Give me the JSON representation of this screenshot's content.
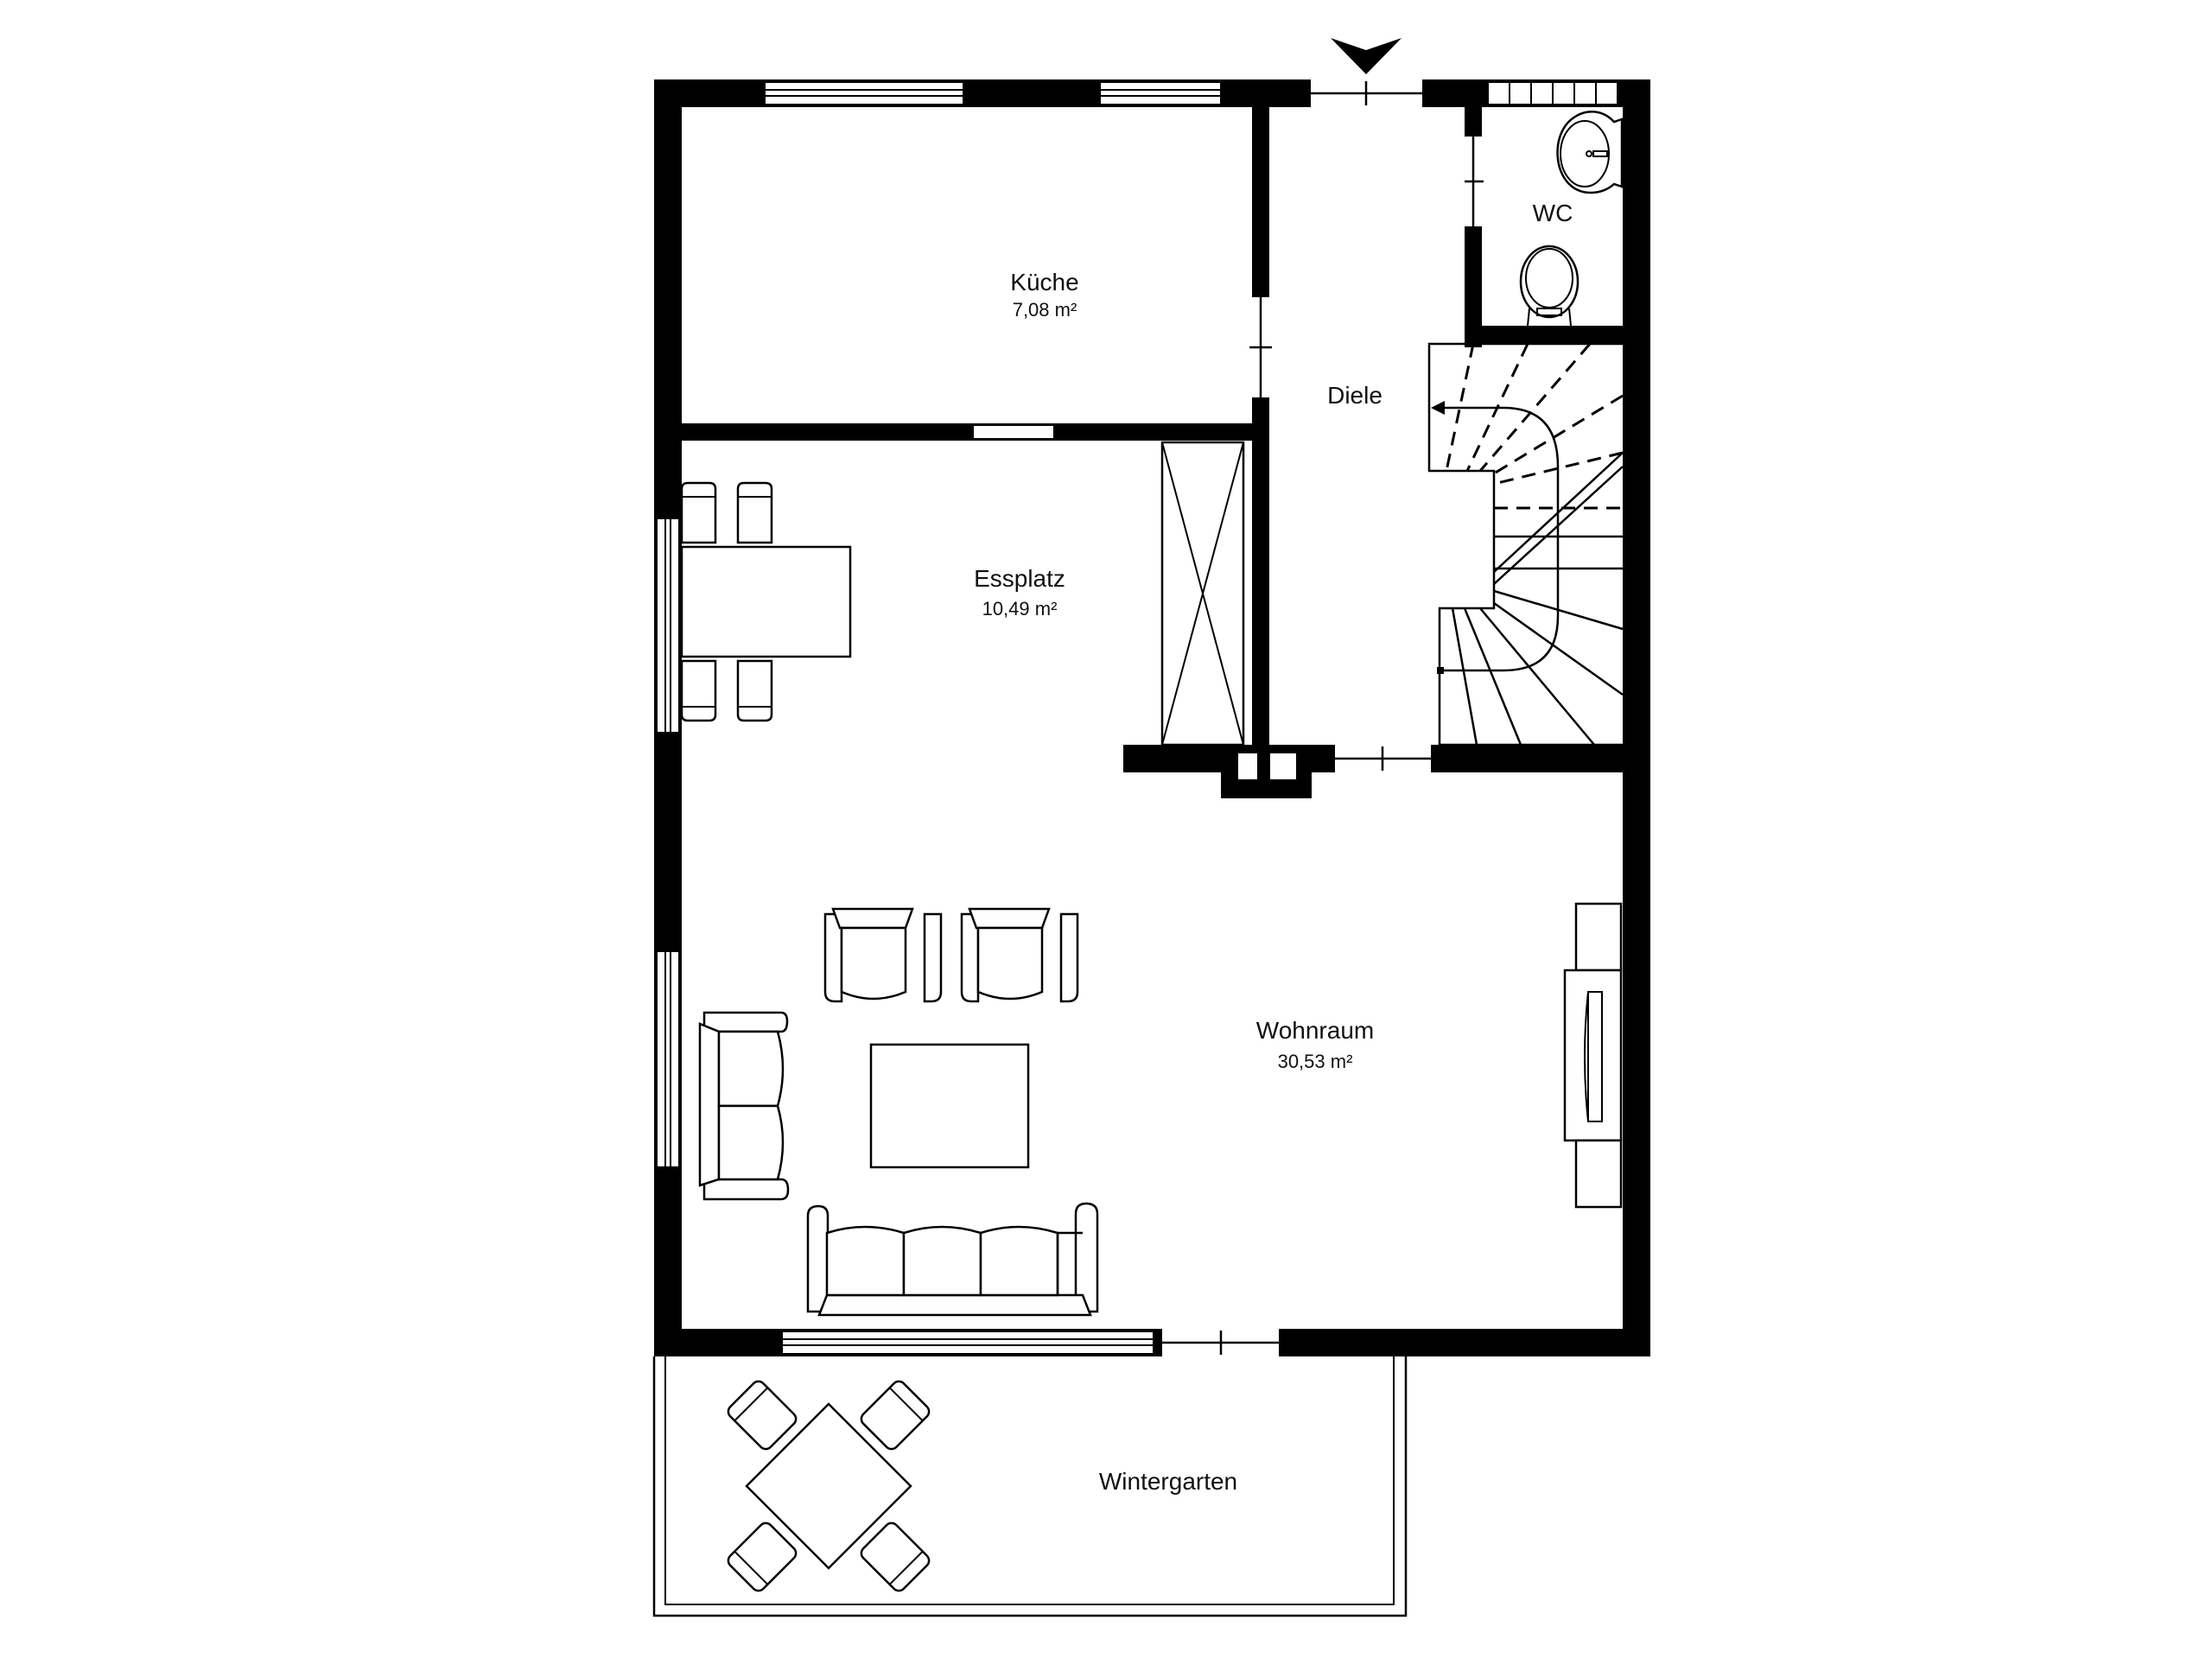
{
  "plan": {
    "type": "floor-plan",
    "floor": "ground-floor",
    "colors": {
      "wall": "#000000",
      "background": "#ffffff",
      "text": "#111111"
    },
    "entrance_marker": "entrance-arrow-icon",
    "rooms": [
      {
        "id": "kueche",
        "name": "Küche",
        "area": "7,08 m²"
      },
      {
        "id": "diele",
        "name": "Diele",
        "area": ""
      },
      {
        "id": "wc",
        "name": "WC",
        "area": ""
      },
      {
        "id": "essplatz",
        "name": "Essplatz",
        "area": "10,49 m²"
      },
      {
        "id": "wohnraum",
        "name": "Wohnraum",
        "area": "30,53 m²"
      },
      {
        "id": "wintergarten",
        "name": "Wintergarten",
        "area": ""
      }
    ],
    "fixtures": [
      {
        "room": "wc",
        "items": [
          "washbasin-icon",
          "toilet-icon"
        ]
      },
      {
        "room": "diele",
        "items": [
          "staircase-icon"
        ]
      },
      {
        "room": "essplatz",
        "items": [
          "dining-table",
          "chair",
          "chair",
          "chair",
          "chair",
          "wardrobe-cabinet"
        ]
      },
      {
        "room": "wohnraum",
        "items": [
          "armchair",
          "armchair",
          "two-seat-sofa",
          "three-seat-sofa",
          "coffee-table",
          "fireplace-icon"
        ]
      },
      {
        "room": "wintergarten",
        "items": [
          "square-table",
          "chair",
          "chair",
          "chair",
          "chair"
        ]
      }
    ]
  }
}
